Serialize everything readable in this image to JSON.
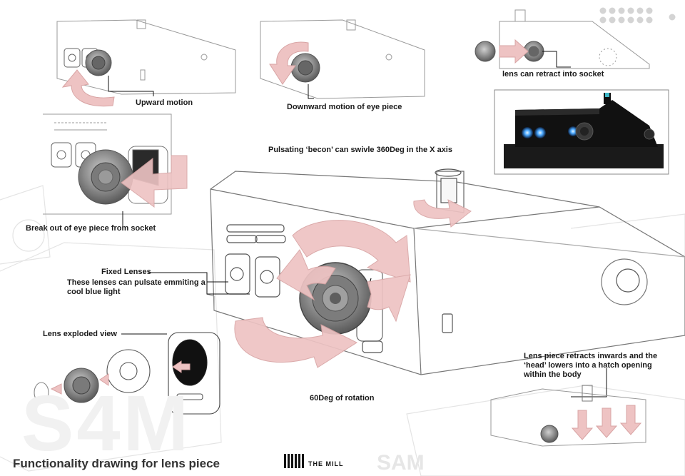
{
  "title": "Functionality drawing for lens piece",
  "brand": {
    "name": "THE MILL",
    "icon": "the-mill-logo-icon"
  },
  "watermarks": {
    "main": "S4M",
    "secondary": "SAM"
  },
  "annotations": {
    "upward_motion": "Upward motion",
    "downward_motion": "Downward motion of eye piece",
    "retract": "lens can retract into socket",
    "becon": "Pulsating ‘becon’ can swivle 360Deg in the X axis",
    "break_out": "Break out of eye piece from socket",
    "fixed_lenses_title": "Fixed Lenses",
    "fixed_lenses_desc": "These lenses can pulsate emmiting a cool blue light",
    "exploded": "Lens exploded view",
    "rotation": "60Deg of rotation",
    "hatch": "Lens piece retracts inwards and the ‘head’ lowers into a hatch opening within the body"
  },
  "colors": {
    "arrow_fill": "#eec3c3",
    "arrow_stroke": "#d8a4a4",
    "line": "#555555",
    "lens": "#8c8c8c",
    "blue_light": "#4aa8ff"
  }
}
